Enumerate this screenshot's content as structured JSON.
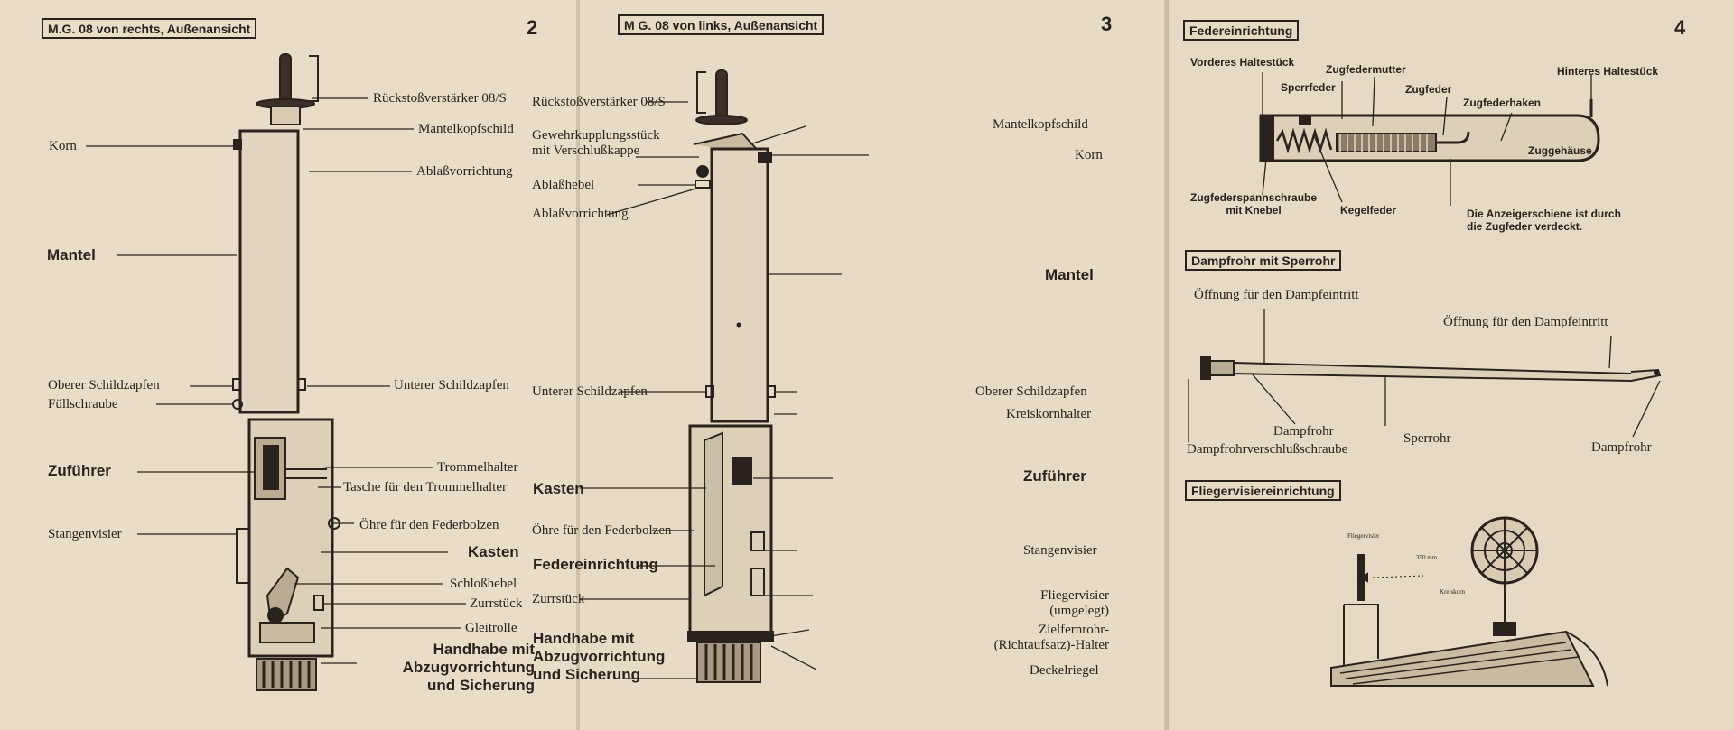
{
  "page2": {
    "title": "M.G. 08 von rechts, Außenansicht",
    "number": "2",
    "labels": {
      "rueckstoss": "Rückstoßverstärker 08/S",
      "mantelkopfschild": "Mantelkopfschild",
      "korn": "Korn",
      "ablass": "Ablaßvorrichtung",
      "mantel": "Mantel",
      "oberer": "Oberer Schildzapfen",
      "unterer": "Unterer Schildzapfen",
      "fuell": "Füllschraube",
      "zufuehrer": "Zuführer",
      "trommelhalter": "Trommelhalter",
      "tasche": "Tasche für den Trommelhalter",
      "ohre": "Öhre für den Federbolzen",
      "stangenvisier": "Stangenvisier",
      "kasten": "Kasten",
      "schloss": "Schloßhebel",
      "zurr": "Zurrstück",
      "gleit": "Gleitrolle",
      "handhabe": "Handhabe mit\nAbzugvorrichtung\nund Sicherung"
    }
  },
  "page3": {
    "title": "M G. 08 von links, Außenansicht",
    "number": "3",
    "labels": {
      "rueckstoss": "Rückstoßverstärker 08/S",
      "gewehr": "Gewehrkupplungsstück\nmit Verschlußkappe",
      "ablasshebel": "Ablaßhebel",
      "ablass": "Ablaßvorrichtung",
      "mantelkopfschild": "Mantelkopfschild",
      "korn": "Korn",
      "mantel": "Mantel",
      "unterer": "Unterer Schildzapfen",
      "oberer": "Oberer Schildzapfen",
      "kreiskorn": "Kreiskornhalter",
      "kasten": "Kasten",
      "zufuehrer": "Zuführer",
      "ohre": "Öhre für den Federbolzen",
      "stangenvisier": "Stangenvisier",
      "federeinrichtung": "Federeinrichtung",
      "zurr": "Zurrstück",
      "flieger": "Fliegervisier\n(umgelegt)",
      "zielfern": "Zielfernrohr-\n(Richtaufsatz)-Halter",
      "handhabe": "Handhabe mit\nAbzugvorrichtung\nund Sicherung",
      "deckel": "Deckelriegel"
    }
  },
  "page4": {
    "number": "4",
    "sections": {
      "feder": "Federeinrichtung",
      "dampf": "Dampfrohr mit Sperrohr",
      "fliegervisier": "Fliegervisiereinrichtung"
    },
    "feder_labels": {
      "vorderes": "Vorderes Haltestück",
      "zugfedermutter": "Zugfedermutter",
      "hinteres": "Hinteres Haltestück",
      "sperrfeder": "Sperrfeder",
      "zugfeder": "Zugfeder",
      "zugfederhaken": "Zugfederhaken",
      "zuggehaeuse": "Zuggehäuse",
      "spannschraube": "Zugfederspannschraube\nmit Knebel",
      "kegelfeder": "Kegelfeder",
      "anzeiger": "Die Anzeigerschiene ist durch\ndie Zugfeder verdeckt."
    },
    "dampf_labels": {
      "oeffnung1": "Öffnung für den Dampfeintritt",
      "oeffnung2": "Öffnung für den Dampfeintritt",
      "dampfrohr_mid": "Dampfrohr",
      "sperrohr": "Sperrohr",
      "verschluss": "Dampfrohrverschlußschraube",
      "dampfrohr_right": "Dampfrohr"
    },
    "flieger_labels": {
      "fliegervisier": "Fliegervisier",
      "distance": "350 mm",
      "kreiskorn": "Kreiskorn"
    }
  }
}
